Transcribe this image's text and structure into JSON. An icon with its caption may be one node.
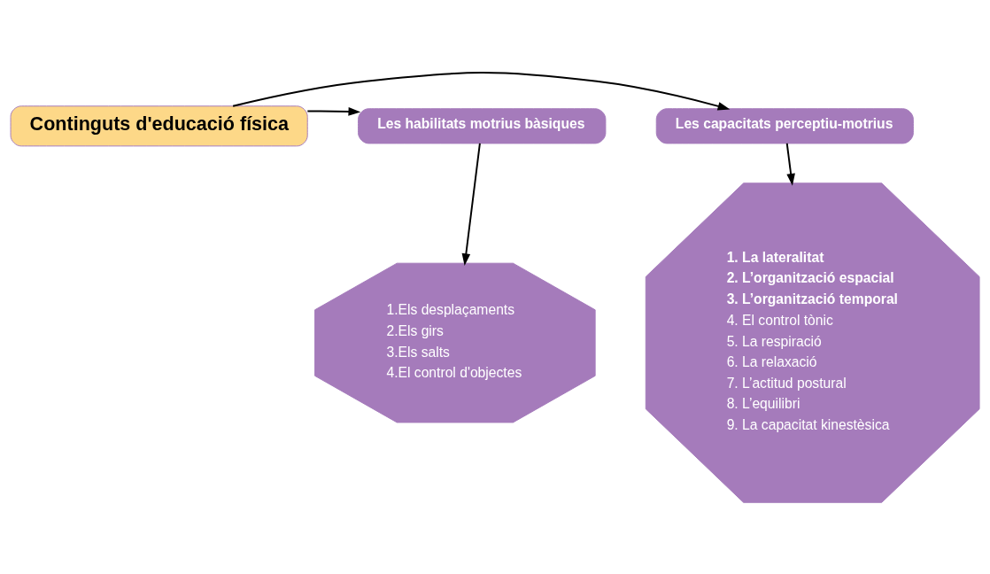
{
  "diagram": {
    "nodes": [
      {
        "text": [
          "Continguts d'educació física"
        ]
      },
      {
        "text": [
          "Les capacitats perceptiu-motrius"
        ]
      },
      {
        "text": [
          "Les habilitats motrius bàsiques"
        ]
      },
      {
        "text": [
          "**1. La lateralitat**",
          "**2. L’organització espacial**",
          "**3. L’organització temporal**",
          "4. El control tònic",
          "5. La respiració",
          "6. La relaxació",
          "7. L’actitud postural",
          "8. L’equilibri",
          "9. La capacitat kinestèsica"
        ]
      },
      {
        "text": [
          "1.Els desplaçaments",
          "2.Els girs",
          "3.Els salts",
          "4.El control d'objectes"
        ]
      }
    ],
    "edges": [
      {
        "from": 0,
        "to": 1,
        "arrow": "to"
      },
      {
        "from": 0,
        "to": 2,
        "arrow": "to"
      },
      {
        "from": 1,
        "to": 3,
        "arrow": "to"
      },
      {
        "from": 2,
        "to": 4,
        "arrow": "to"
      }
    ]
  }
}
